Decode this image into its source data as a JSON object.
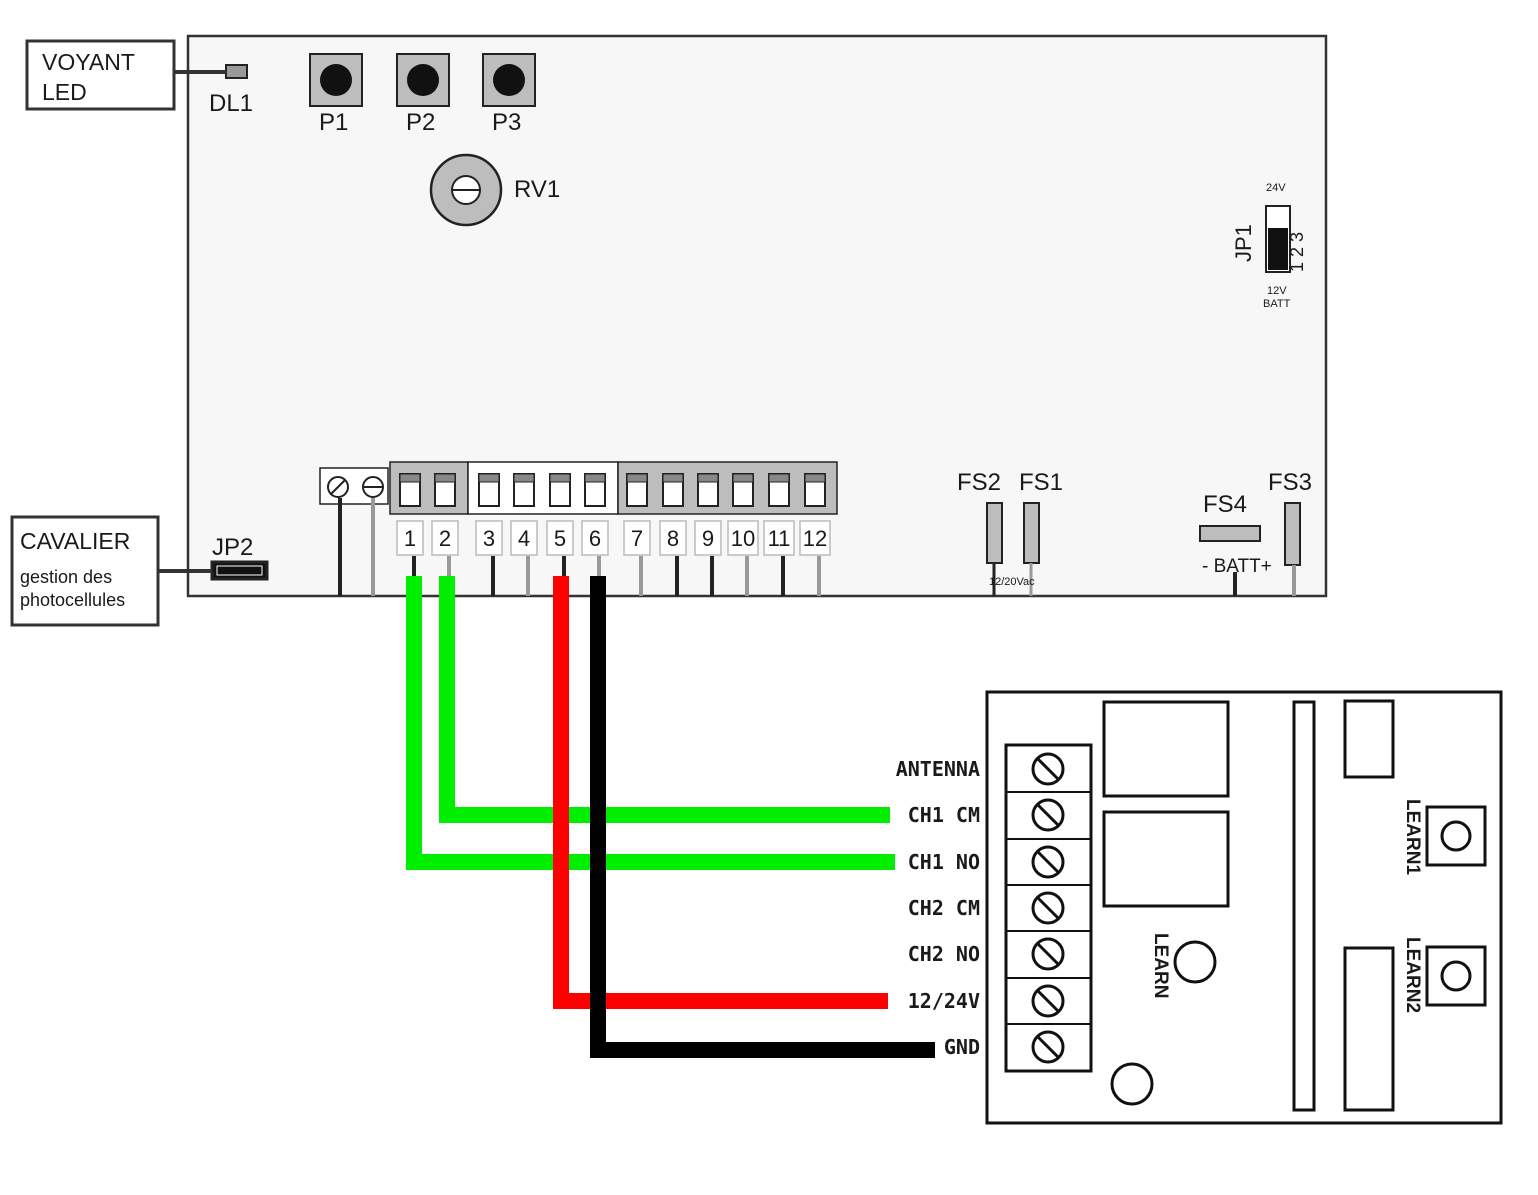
{
  "callouts": {
    "voyant_line1": "VOYANT",
    "voyant_line2": "LED",
    "cavalier_title": "CAVALIER",
    "cavalier_line1": "gestion des",
    "cavalier_line2": "photocellules"
  },
  "board": {
    "led_label": "DL1",
    "buttons": [
      "P1",
      "P2",
      "P3"
    ],
    "pot_label": "RV1",
    "jp1": {
      "label": "JP1",
      "top": "24V",
      "bottom_1": "12V",
      "bottom_2": "BATT",
      "pins": "1 2 3"
    },
    "jp2_label": "JP2",
    "terminals": [
      "1",
      "2",
      "3",
      "4",
      "5",
      "6",
      "7",
      "8",
      "9",
      "10",
      "11",
      "12"
    ],
    "fs2": "FS2",
    "fs1": "FS1",
    "fs_note": "12/20Vac",
    "fs4": "FS4",
    "fs3": "FS3",
    "batt": "- BATT+"
  },
  "receiver": {
    "pins": [
      "ANTENNA",
      "CH1 CM",
      "CH1 NO",
      "CH2 CM",
      "CH2 NO",
      "12/24V",
      "GND"
    ],
    "learn": "LEARN",
    "learn1": "LEARN1",
    "learn2": "LEARN2"
  },
  "colors": {
    "wire_green": "#00ee00",
    "wire_red": "#ff0000",
    "wire_black": "#000000",
    "board_fill": "#f7f7f7",
    "terminal_gray": "#bdbdbd"
  }
}
